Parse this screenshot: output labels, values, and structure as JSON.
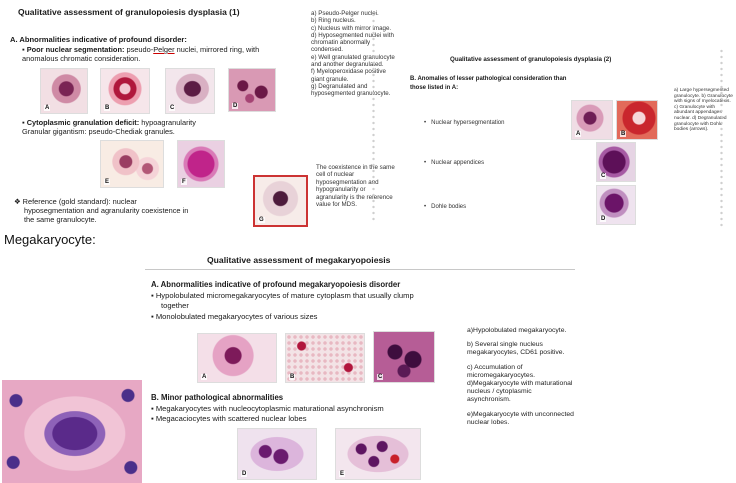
{
  "slide1": {
    "title": "Qualitative assessment of granulopoiesis dysplasia (1)",
    "section_a": "A.  Abnormalities indicative of profound disorder:",
    "bullet1_bold": "Poor nuclear segmentation:",
    "bullet1_text": " pseudo-",
    "bullet1_pelger": "Pelger",
    "bullet1_rest": " nuclei, mirrored ring, with",
    "bullet1_line2": "anomalous chromatic consideration.",
    "bullet2_bold": "Cytoplasmic granulation deficit:",
    "bullet2_text": " hypoagranularity",
    "bullet2_line2": "Granular gigantism: pseudo-Chediak granules.",
    "reference_line1": "❖  Reference      (gold      standard):      nuclear",
    "reference_line2": "hyposegmentation and agranularity coexistence in",
    "reference_line3": "the same granulocyte.",
    "legend": [
      "a) Pseudo-Pelger nuclei.",
      "b) Ring nucleus.",
      "c) Nucleus with mirror image.",
      "d) Hyposegmented nuclei with chromatin abnormally condensed.",
      "e) Well granulated granulocyte and another degranulated.",
      "f) Myeloperoxidase positive giant granule.",
      "g) Degranulated and hyposegmented granulocyte."
    ],
    "note": "The coexistence in the same cell of nuclear hyposegmentation and hypogranularity or agranularity is the reference value for MDS.",
    "image_labels": [
      "A",
      "B",
      "C",
      "D",
      "E",
      "F",
      "G"
    ]
  },
  "slide2": {
    "title": "Qualitative assessment of granulopoiesis dysplasia (2)",
    "section_b_line1": "B.  Anomalies of lesser pathological consideration than",
    "section_b_line2": "those listed in A:",
    "items": [
      "Nuclear hypersegmentation",
      "Nuclear appendices",
      "Dohle bodies"
    ],
    "legend": "a) Large hypersegmented granulocyte. b) Granulocyte with signs of myelocatexis. c) Granulocyte with abundant appendages nuclear. d) Degranulated granulocyte with Dohle bodies (arrows).",
    "image_labels": [
      "A",
      "B",
      "C",
      "D"
    ]
  },
  "megakaryocyte_label": "Megakaryocyte:",
  "slide3": {
    "title": "Qualitative assessment of megakaryopoiesis",
    "section_a": "A.  Abnormalities indicative of profound megakaryopoiesis disorder",
    "a_items": [
      "Hypolobulated micromegakaryocytes of mature cytoplasm that usually clump",
      "together",
      "Monolobulated megakaryocytes of various sizes"
    ],
    "section_b": "B.  Minor pathological abnormalities",
    "b_items": [
      "Megakaryocytes with nucleocytoplasmic maturational asynchronism",
      "Megacaciocytes with scattered nuclear lobes"
    ],
    "legend": [
      "a)Hypolobulated megakaryocyte.",
      "b) Several single nucleus megakaryocytes, CD61 positive.",
      "c) Accumulation of micromegakaryocytes.",
      "d)Megakaryocyte with maturational nucleus / cytoplasmic asynchronism.",
      "e)Megakaryocyte with unconnected nuclear lobes."
    ],
    "image_labels": [
      "A",
      "B",
      "C",
      "D",
      "E"
    ]
  }
}
